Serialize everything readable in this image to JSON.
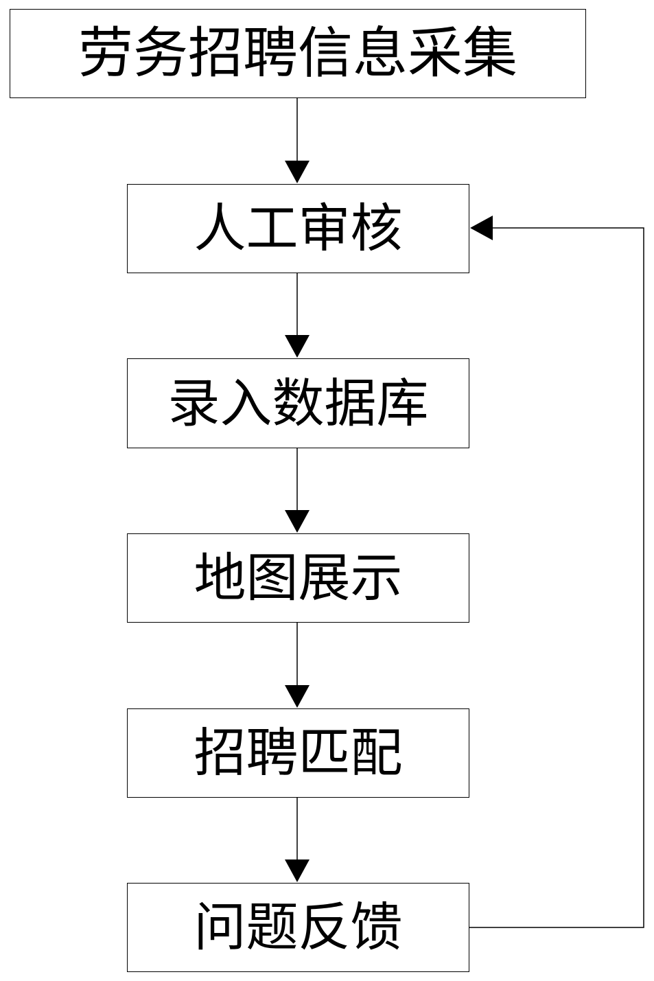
{
  "flowchart": {
    "steps": [
      {
        "label": "劳务招聘信息采集"
      },
      {
        "label": "人工审核"
      },
      {
        "label": "录入数据库"
      },
      {
        "label": "地图展示"
      },
      {
        "label": "招聘匹配"
      },
      {
        "label": "问题反馈"
      }
    ],
    "edges": [
      {
        "from": 0,
        "to": 1
      },
      {
        "from": 1,
        "to": 2
      },
      {
        "from": 2,
        "to": 3
      },
      {
        "from": 3,
        "to": 4
      },
      {
        "from": 4,
        "to": 5
      },
      {
        "from": 5,
        "to": 1,
        "type": "feedback-loop"
      }
    ],
    "colors": {
      "line": "#000000",
      "box_border": "#000000",
      "background": "#ffffff"
    }
  }
}
